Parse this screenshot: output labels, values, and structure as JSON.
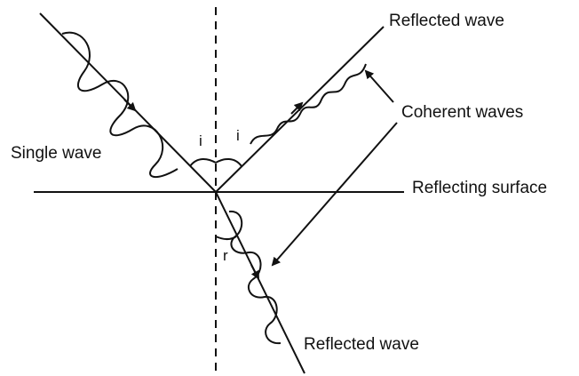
{
  "labels": {
    "reflected_top": "Reflected wave",
    "reflected_bottom": "Reflected wave",
    "coherent": "Coherent waves",
    "single": "Single wave",
    "surface": "Reflecting surface",
    "angle_i_left": "i",
    "angle_i_right": "i",
    "angle_r": "r"
  }
}
